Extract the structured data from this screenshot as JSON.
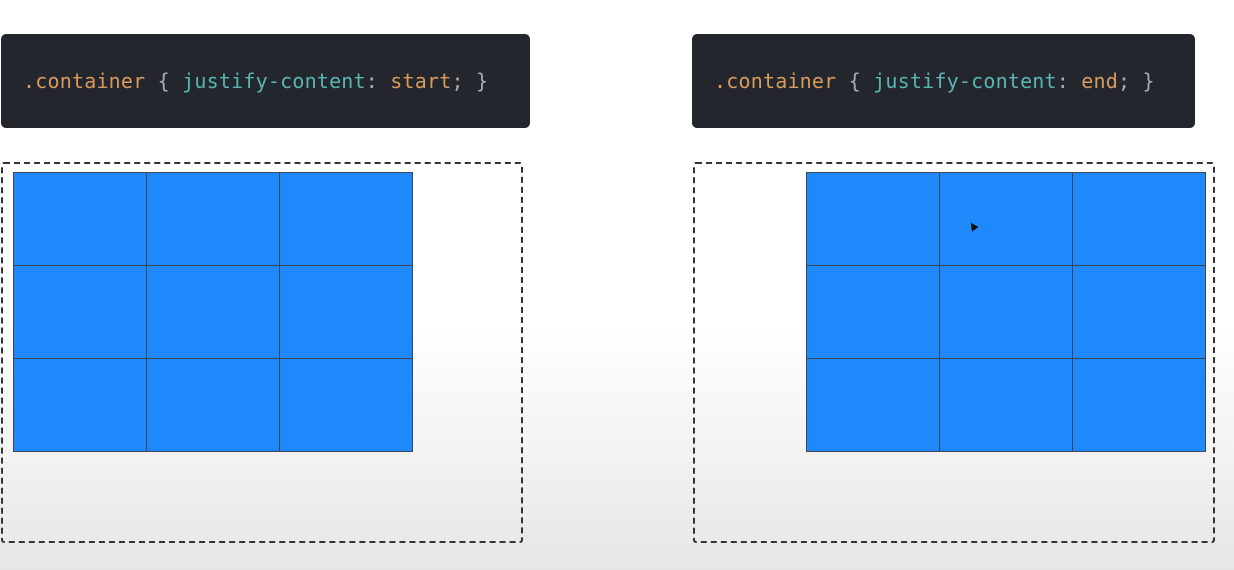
{
  "examples": [
    {
      "selector": ".container",
      "open_brace": "{",
      "property": "justify-content",
      "colon": ":",
      "value": "start",
      "semicolon": ";",
      "close_brace": "}",
      "grid_items": 9,
      "item_color": "#1f88fb"
    },
    {
      "selector": ".container",
      "open_brace": "{",
      "property": "justify-content",
      "colon": ":",
      "value": "end",
      "semicolon": ";",
      "close_brace": "}",
      "grid_items": 9,
      "item_color": "#1f88fb"
    }
  ],
  "colors": {
    "code_background": "#23262d",
    "selector_value": "#d99a5b",
    "property": "#58b6b0",
    "punctuation": "#a8abb1",
    "grid_item": "#1f88fb",
    "grid_border": "#3d4650"
  }
}
